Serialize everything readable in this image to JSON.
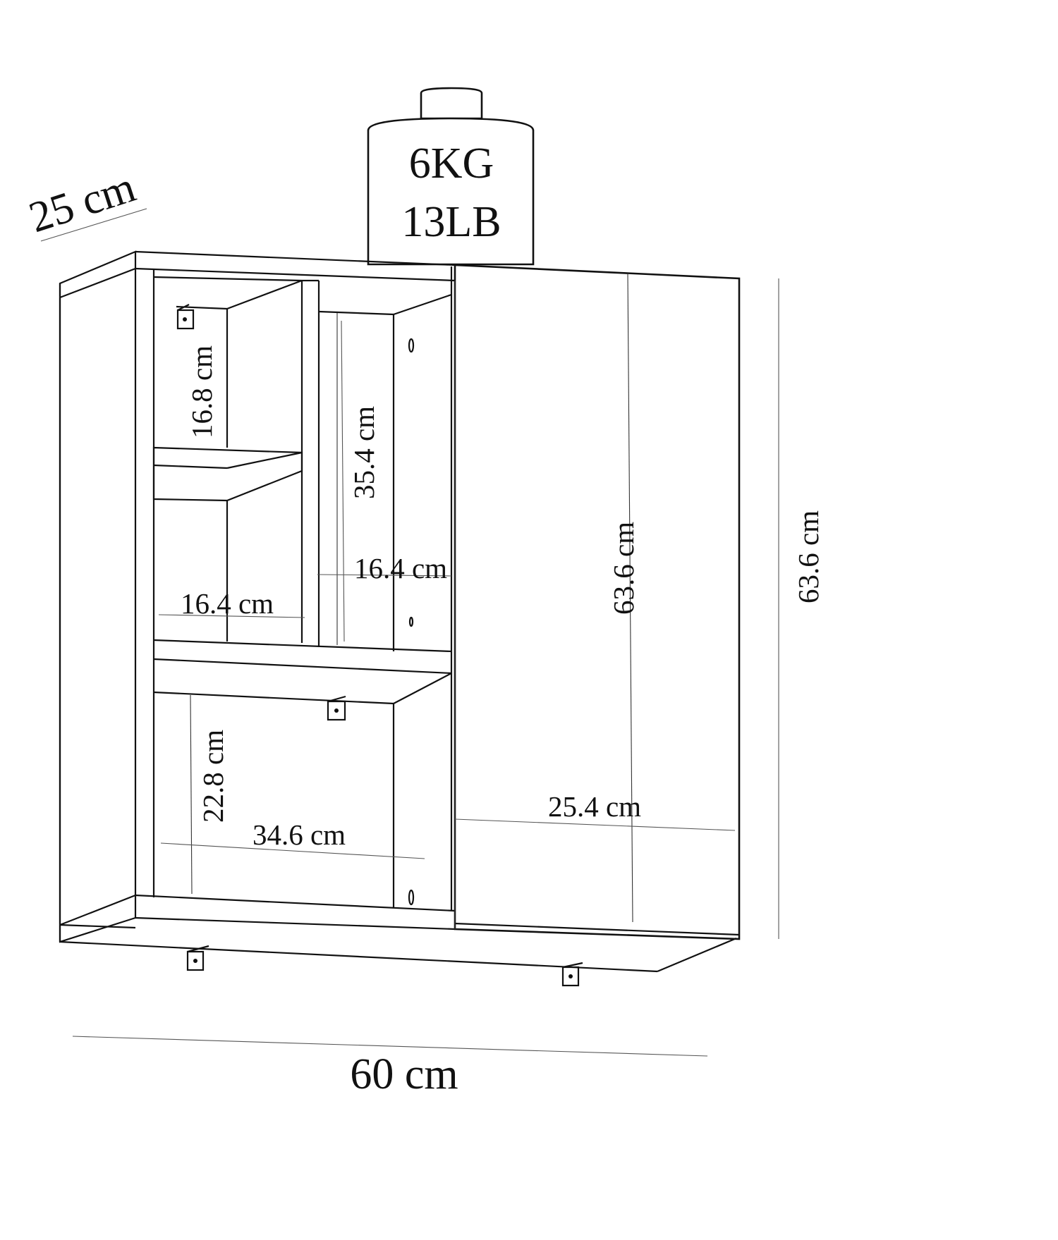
{
  "weight": {
    "kg": "6KG",
    "lb": "13LB"
  },
  "dimensions": {
    "depth": "25 cm",
    "total_width": "60 cm",
    "total_height": "63.6 cm",
    "door_height": "63.6 cm",
    "door_width": "25.4 cm",
    "top_left_height": "16.8 cm",
    "top_left_width": "16.4 cm",
    "mid_height": "35.4 cm",
    "mid_width": "16.4 cm",
    "bottom_height": "22.8 cm",
    "bottom_width": "34.6 cm"
  }
}
